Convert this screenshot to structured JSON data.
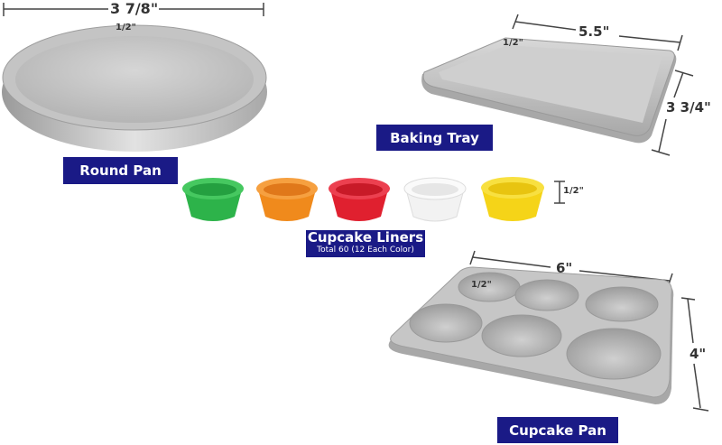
{
  "round_pan": {
    "label": "Round Pan",
    "diameter": "3 7/8\"",
    "depth": "1/2\""
  },
  "baking_tray": {
    "label": "Baking Tray",
    "length": "5.5\"",
    "width": "3 3/4\"",
    "depth": "1/2\""
  },
  "cupcake_liners": {
    "label": "Cupcake Liners",
    "sublabel": "Total 60 (12 Each Color)",
    "height": "1/2\"",
    "colors": [
      "#2db34a",
      "#f08a1c",
      "#e0202f",
      "#f2f2f2",
      "#f5d418"
    ]
  },
  "cupcake_pan": {
    "label": "Cupcake Pan",
    "length": "6\"",
    "width": "4\"",
    "depth": "1/2\""
  },
  "colors": {
    "label_bg": "#1a1a86",
    "label_text": "#ffffff",
    "metal": "#c8c8c8"
  }
}
